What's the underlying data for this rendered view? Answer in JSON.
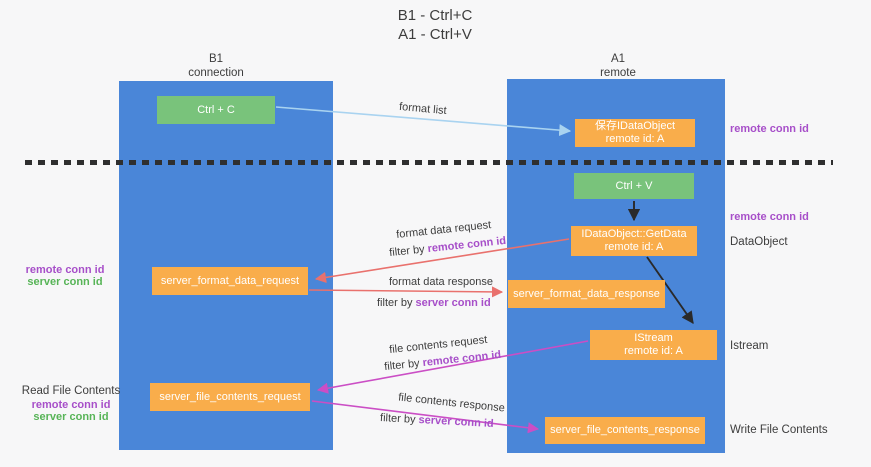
{
  "title": {
    "line1": "B1 - Ctrl+C",
    "line2": "A1 - Ctrl+V"
  },
  "columns": {
    "left": {
      "header_line1": "B1",
      "header_line2": "connection"
    },
    "right": {
      "header_line1": "A1",
      "header_line2": "remote"
    }
  },
  "nodes": {
    "ctrl_c": "Ctrl + C",
    "ctrl_v": "Ctrl + V",
    "save_dataobject": {
      "line1": "保存IDataObject",
      "line2": "remote id: A"
    },
    "getdata": {
      "line1": "IDataObject::GetData",
      "line2": "remote id: A"
    },
    "istream": {
      "line1": "IStream",
      "line2": "remote id: A"
    },
    "format_request": "server_format_data_request",
    "format_response": "server_format_data_response",
    "file_request": "server_file_contents_request",
    "file_response": "server_file_contents_response"
  },
  "edge_labels": {
    "format_list": "format list",
    "format_data_request": "format data request",
    "format_data_response": "format data response",
    "file_contents_request": "file contents request",
    "file_contents_response": "file contents response",
    "filter_prefix": "filter by ",
    "remote_conn_id": "remote conn id",
    "server_conn_id": "server conn id"
  },
  "side_labels": {
    "remote_conn_id_top_right": "remote conn id",
    "remote_conn_id_mid_right": "remote conn id",
    "dataobject": "DataObject",
    "istream": "Istream",
    "write_file_contents": "Write File Contents",
    "remote_conn_id_mid_left": "remote conn id",
    "server_conn_id_mid_left": "server conn id",
    "read_file_contents": "Read File Contents",
    "remote_conn_id_bottom_left": "remote conn id",
    "server_conn_id_bottom_left": "server conn id"
  },
  "colors": {
    "column_blue": "#4a86d8",
    "box_green": "#79c37b",
    "box_orange": "#f9ad4b",
    "arrow_blue": "#a9d3f0",
    "arrow_red": "#e9716d",
    "arrow_magenta": "#cb4ec5",
    "arrow_black": "#2a2a2a",
    "text_dark": "#3d3d3d",
    "text_purple": "#a74fc9",
    "text_green": "#57b457",
    "background": "#f7f7f8"
  }
}
